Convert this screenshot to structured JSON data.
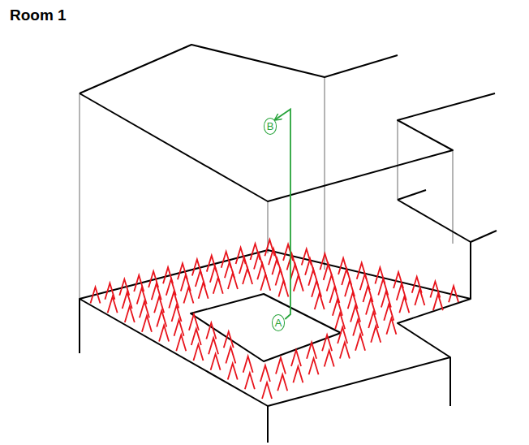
{
  "diagram": {
    "title": "Room 1",
    "nodes": [
      {
        "text": [
          "B"
        ]
      },
      {
        "text": [
          "A"
        ]
      }
    ],
    "edges": [
      {
        "from": 1,
        "to": 0,
        "arrow": "to"
      }
    ]
  }
}
